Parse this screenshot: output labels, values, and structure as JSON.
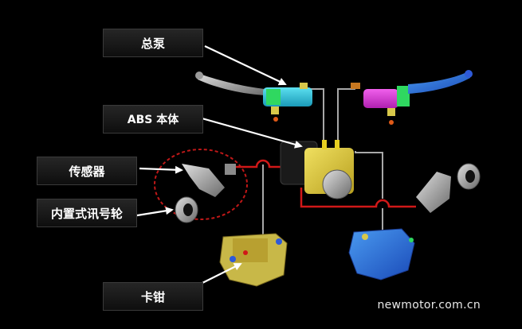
{
  "labels": {
    "master_cylinder": "总泵",
    "abs_unit": "ABS 本体",
    "sensor": "传感器",
    "tone_ring": "内置式讯号轮",
    "caliper": "卡钳"
  },
  "watermark": "newmotor.com.cn",
  "colors": {
    "background": "#000000",
    "brake_line_red": "#d01818",
    "line_gray": "#a8a8a8",
    "arrow": "#ffffff",
    "dashed_circle": "#c01818",
    "master_cyl_left": "#2fc8d8",
    "master_cyl_right": "#e03ad8",
    "caliper_front": "#d8c84a",
    "caliper_rear": "#2e78d8",
    "abs_yellow": "#e8d020"
  },
  "icons": [
    "lever-left-icon",
    "lever-right-icon",
    "abs-unit-icon",
    "sensor-icon",
    "tone-ring-icon",
    "caliper-front-icon",
    "caliper-rear-icon",
    "rear-sensor-icon",
    "rear-tone-ring-icon"
  ]
}
